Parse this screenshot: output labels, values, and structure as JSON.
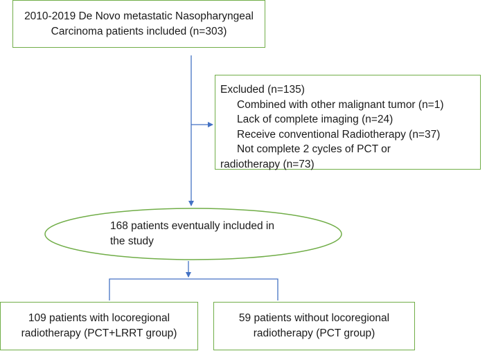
{
  "boxes": {
    "included": "2010-2019 De Novo metastatic Nasopharyngeal Carcinoma patients included (n=303)",
    "excluded": {
      "title": "Excluded (n=135)",
      "items": [
        "Combined with other malignant tumor (n=1)",
        "Lack of complete imaging (n=24)",
        "Receive conventional Radiotherapy (n=37)",
        "Not complete 2 cycles of PCT or"
      ],
      "continuation": "radiotherapy (n=73)"
    },
    "eventual": "168 patients eventually included in the study",
    "lrrt_group": "109 patients with locoregional radiotherapy (PCT+LRRT group)",
    "pct_group": "59 patients without locoregional radiotherapy (PCT group)"
  },
  "colors": {
    "box_border": "#70ad47",
    "arrow": "#4472c4"
  }
}
